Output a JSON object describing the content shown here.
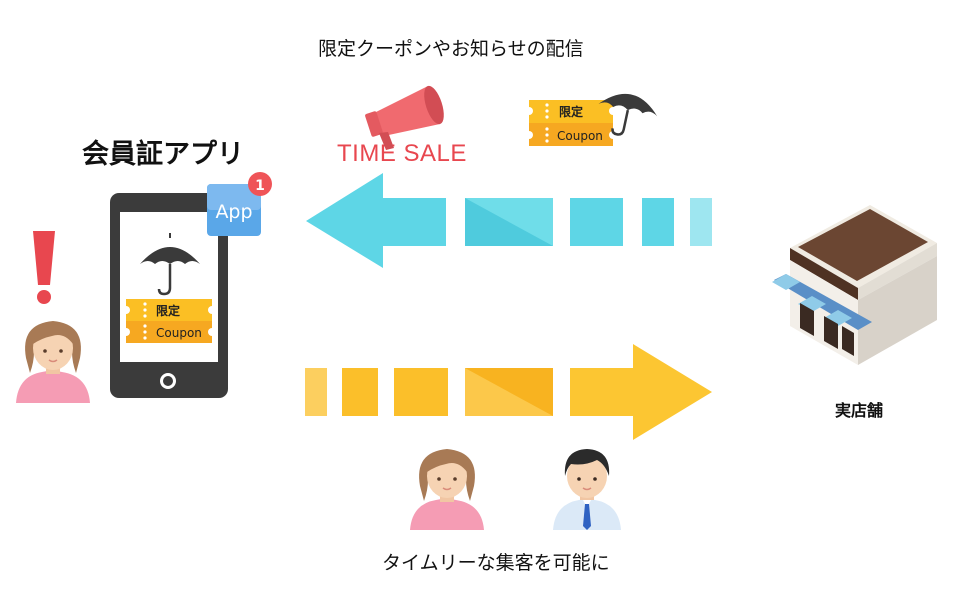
{
  "caption_top": "限定クーポンやお知らせの配信",
  "app_title": "会員証アプリ",
  "store_label": "実店舗",
  "caption_bottom": "タイムリーな集客を可能に",
  "time_sale": "TIME SALE",
  "app_badge": {
    "label": "App",
    "count": "1"
  },
  "coupon": {
    "top_label": "限定",
    "bottom_label": "Coupon"
  },
  "colors": {
    "cyan_arrow": "#5ed6e6",
    "yellow_arrow": "#fbbf2a",
    "megaphone": "#f06a6f",
    "alert": "#e8474f",
    "coupon_top": "#fbbf24",
    "coupon_bottom": "#f6a821",
    "store_roof": "#6b4632",
    "store_awning_blue": "#5a8fc7",
    "person_skin": "#f6d3b3",
    "person_shirt_pink": "#f59cb4"
  },
  "icons": [
    "alert-exclamation-icon",
    "woman-avatar-icon",
    "smartphone-icon",
    "umbrella-icon",
    "coupon-ticket-icon",
    "app-badge-icon",
    "megaphone-icon",
    "store-building-icon",
    "man-avatar-icon",
    "arrow-left-icon",
    "arrow-right-icon"
  ]
}
